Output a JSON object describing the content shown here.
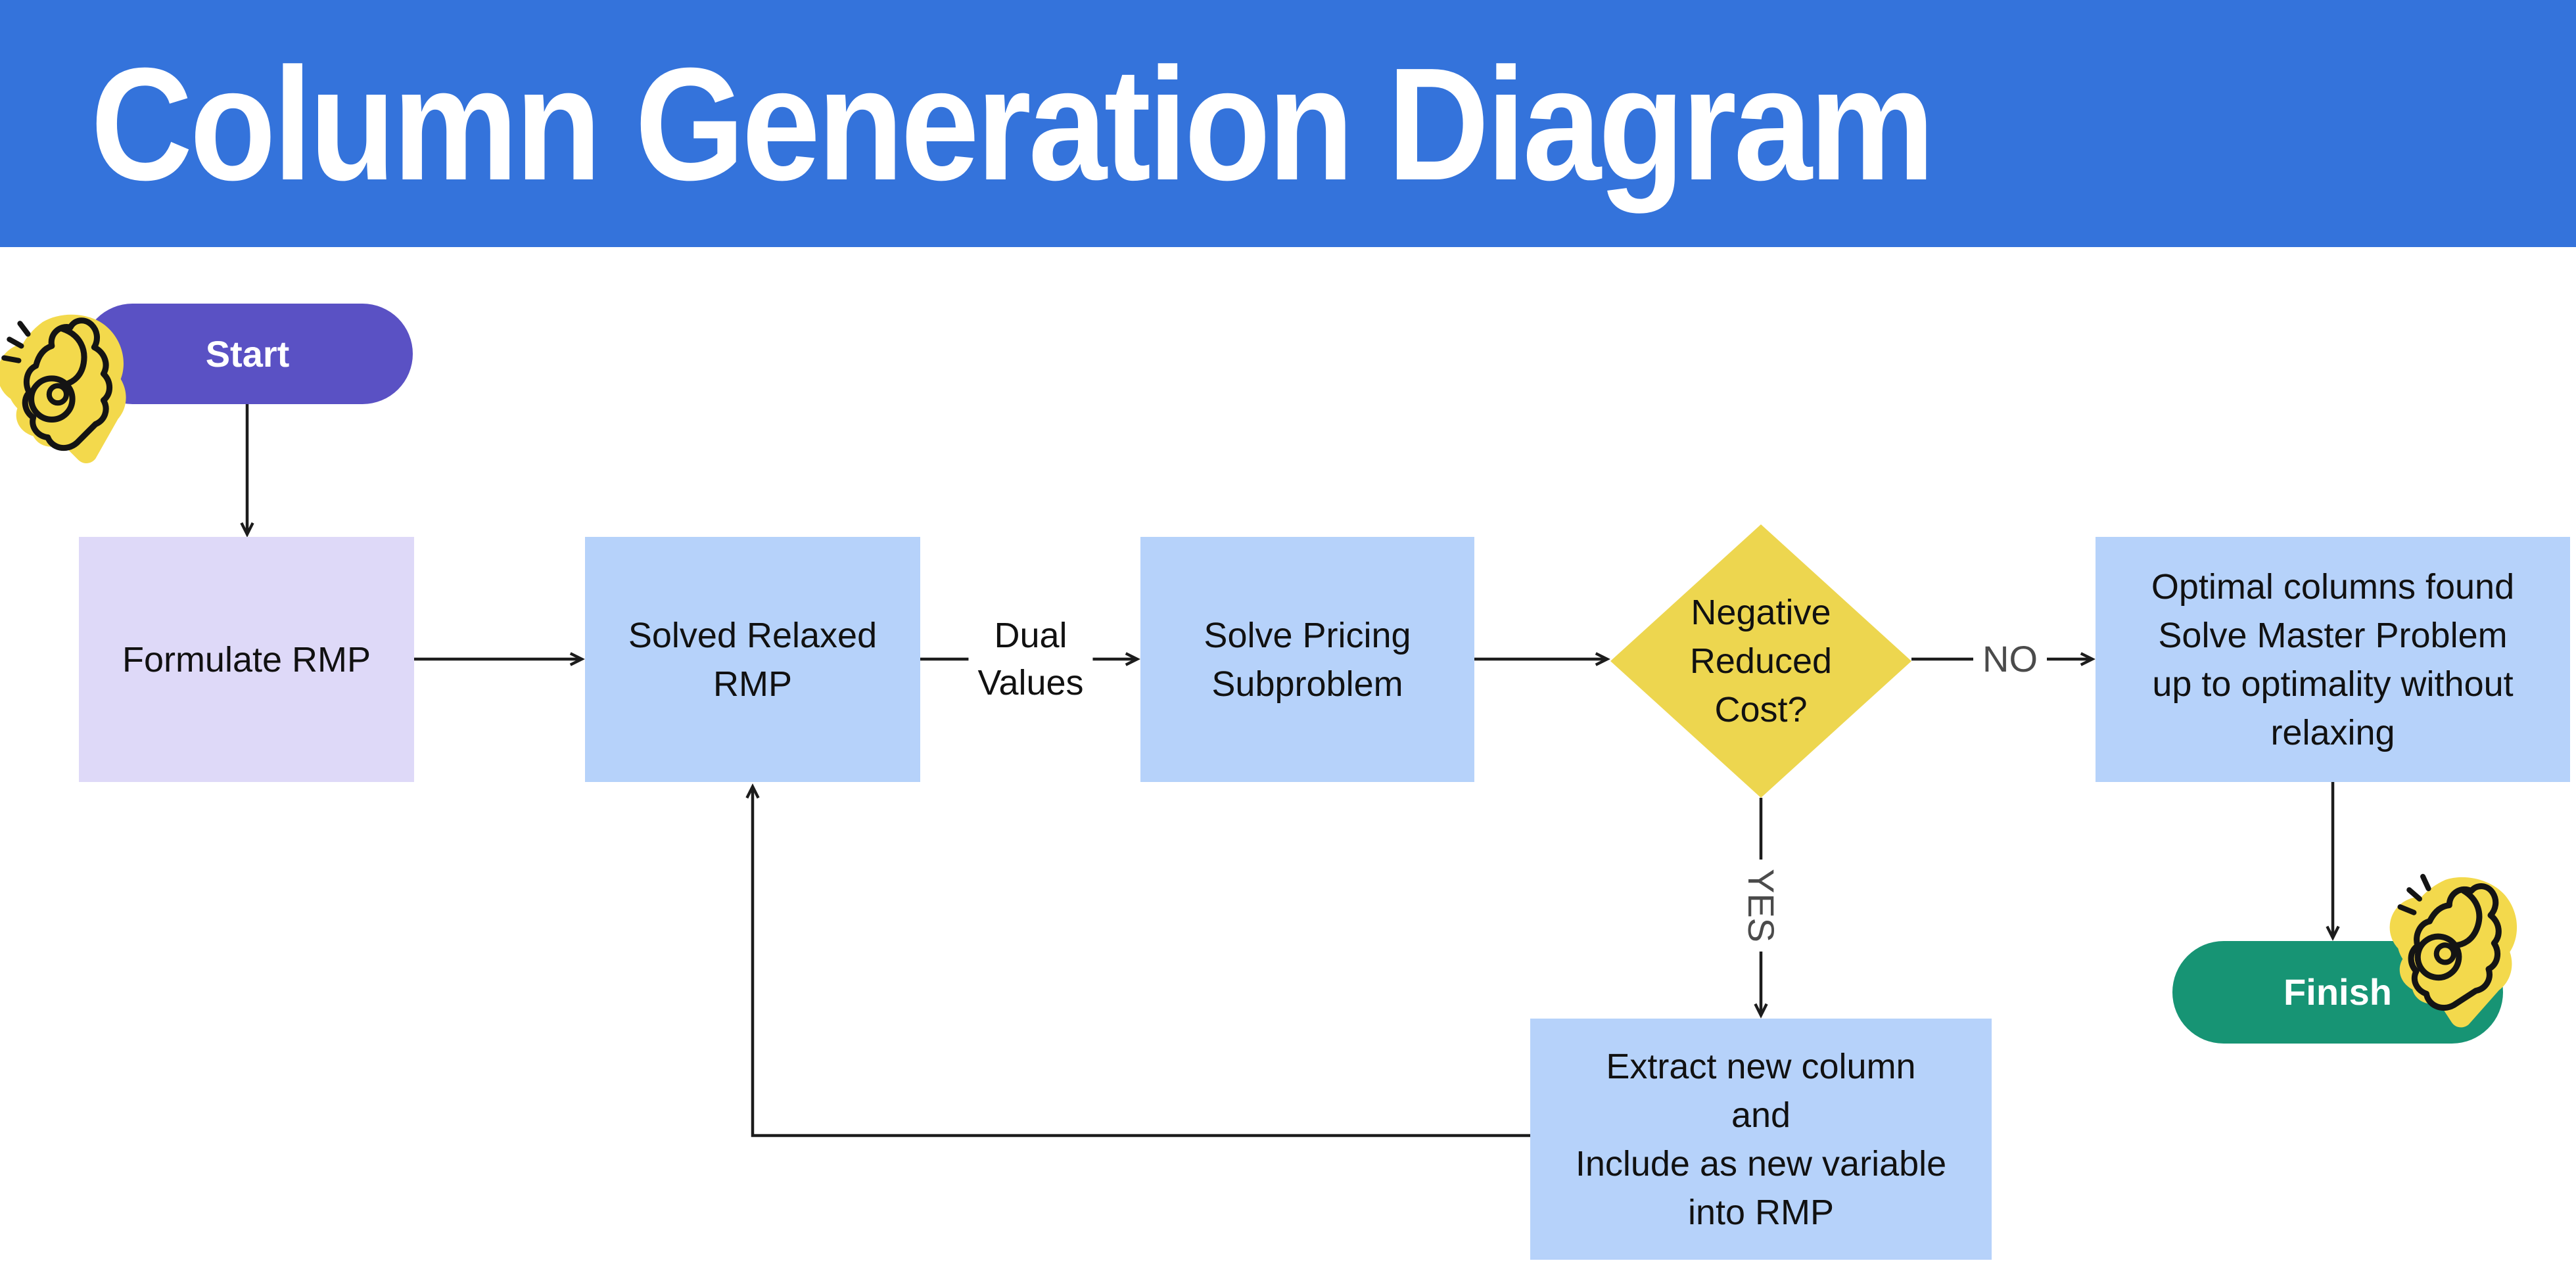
{
  "title": "Column Generation Diagram",
  "colors": {
    "header_blue": "#3473DB",
    "start_purple": "#5A51C4",
    "process_lavender": "#DED9F8",
    "process_blue": "#B6D2FA",
    "decision_yellow": "#EDD64F",
    "finish_green": "#179474",
    "sticker_yellow": "#F3D94C",
    "edge_line": "#1c1c1c",
    "edge_label_gray": "#4B4B4B",
    "title_text": "#ffffff"
  },
  "nodes": {
    "start": {
      "label": "Start"
    },
    "formulate": {
      "label": "Formulate RMP"
    },
    "solved": {
      "lines": [
        "Solved Relaxed",
        "RMP"
      ]
    },
    "pricing": {
      "lines": [
        "Solve Pricing",
        "Subproblem"
      ]
    },
    "decision": {
      "lines": [
        "Negative",
        "Reduced",
        "Cost?"
      ]
    },
    "optimal": {
      "lines": [
        "Optimal columns found",
        "Solve Master Problem",
        "up to optimality without",
        "relaxing"
      ]
    },
    "extract": {
      "lines": [
        "Extract new column",
        "and",
        "Include as new variable",
        "into RMP"
      ]
    },
    "finish": {
      "label": "Finish"
    }
  },
  "edges": {
    "dual": {
      "lines": [
        "Dual",
        "Values"
      ]
    },
    "no_label": "NO",
    "yes_label": "YES"
  },
  "icons": {
    "start_sticker": "ok-hand-sticker",
    "finish_sticker": "ok-hand-sticker"
  }
}
